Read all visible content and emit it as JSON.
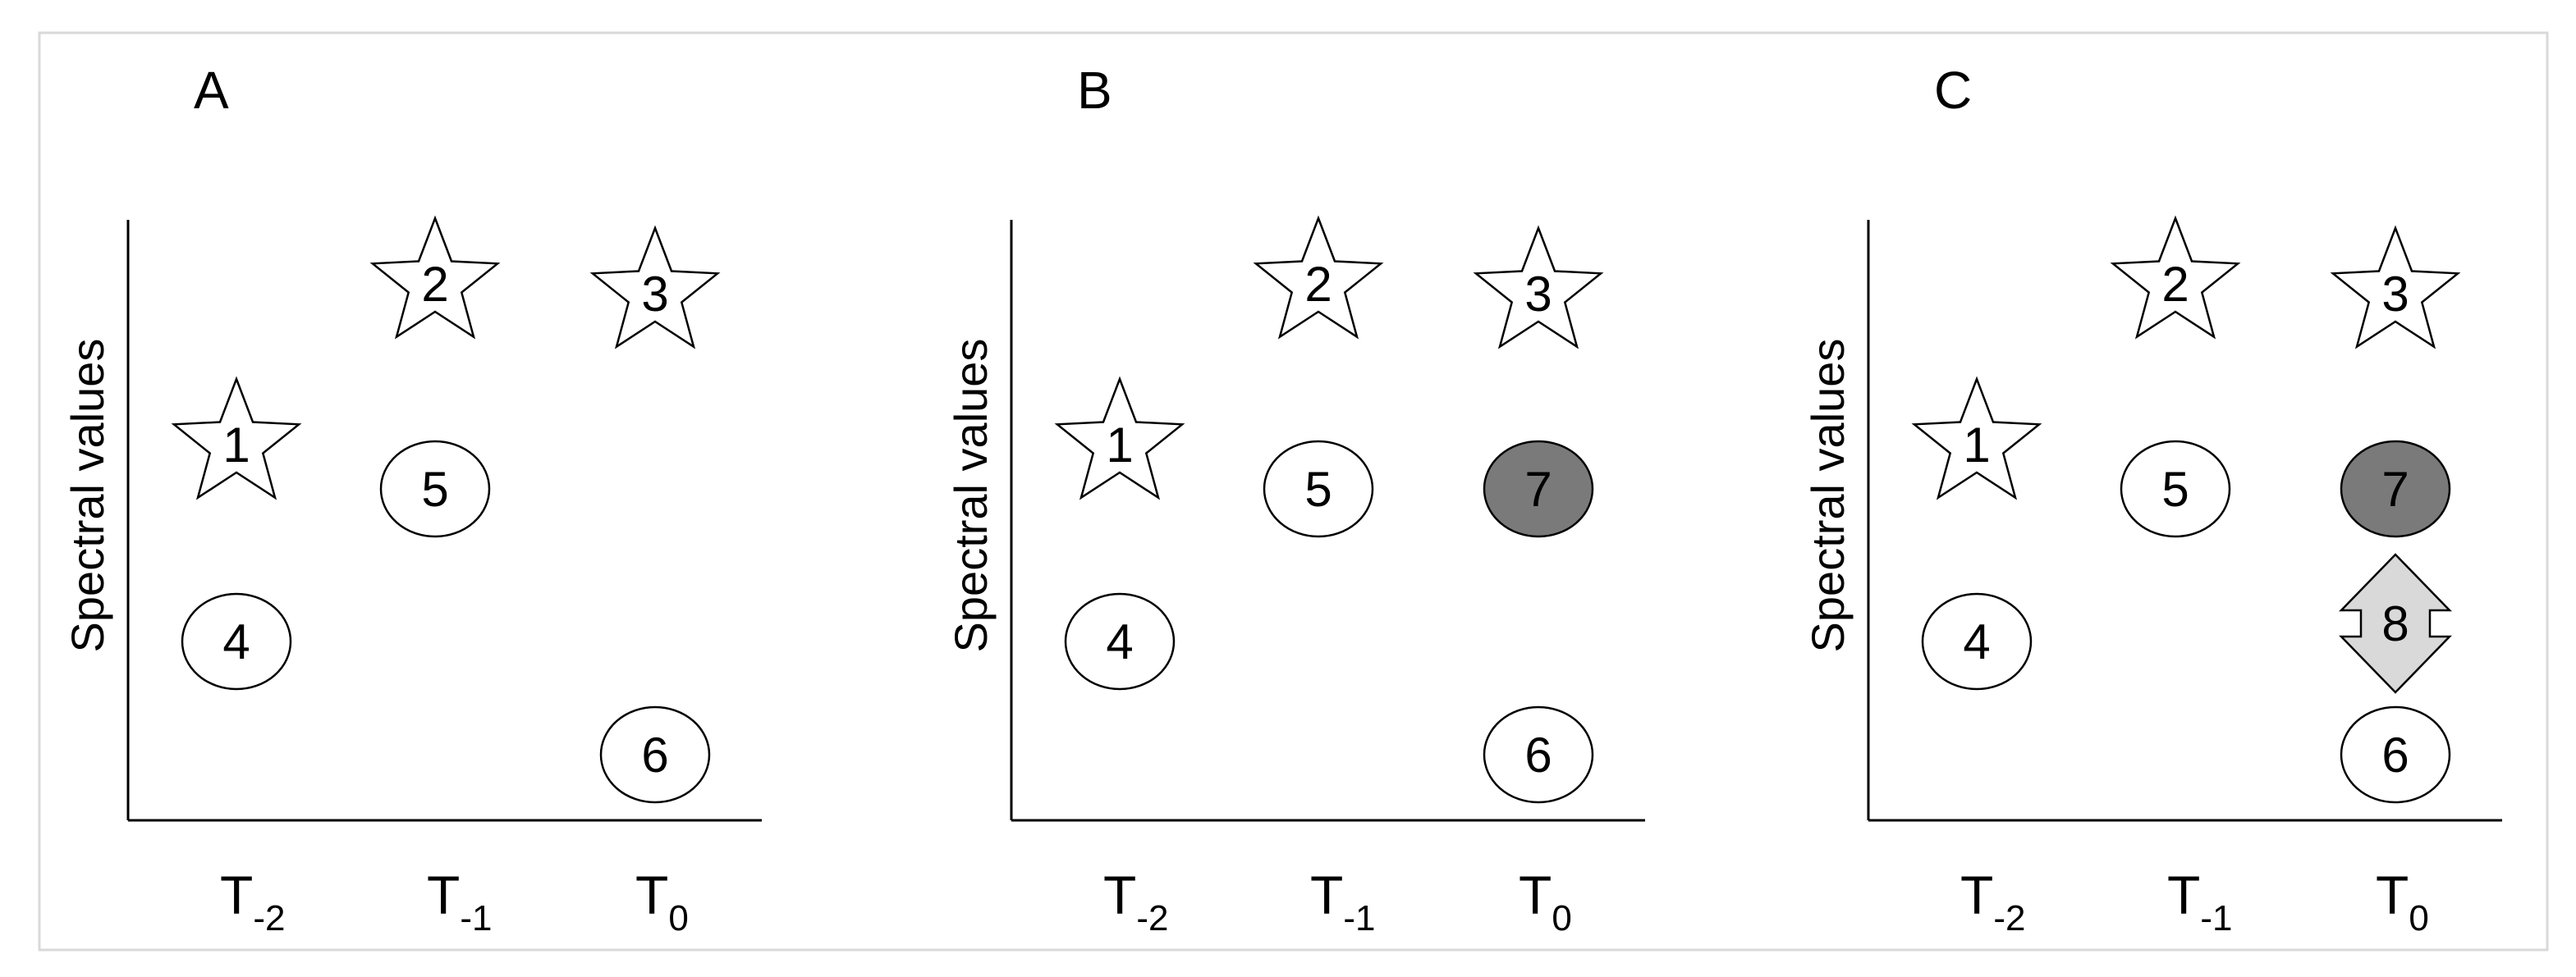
{
  "ylabel": "Spectral values",
  "tick_labels": [
    {
      "base": "T",
      "sub": "-2"
    },
    {
      "base": "T",
      "sub": "-1"
    },
    {
      "base": "T",
      "sub": "0"
    }
  ],
  "panels": [
    {
      "letter": "A",
      "symbols": [
        {
          "shape": "star",
          "label": "1",
          "fill": "#ffffff"
        },
        {
          "shape": "star",
          "label": "2",
          "fill": "#ffffff"
        },
        {
          "shape": "star",
          "label": "3",
          "fill": "#ffffff"
        },
        {
          "shape": "ellipse",
          "label": "4",
          "fill": "#ffffff"
        },
        {
          "shape": "ellipse",
          "label": "5",
          "fill": "#ffffff"
        },
        {
          "shape": "ellipse",
          "label": "6",
          "fill": "#ffffff"
        }
      ]
    },
    {
      "letter": "B",
      "symbols": [
        {
          "shape": "star",
          "label": "1",
          "fill": "#ffffff"
        },
        {
          "shape": "star",
          "label": "2",
          "fill": "#ffffff"
        },
        {
          "shape": "star",
          "label": "3",
          "fill": "#ffffff"
        },
        {
          "shape": "ellipse",
          "label": "4",
          "fill": "#ffffff"
        },
        {
          "shape": "ellipse",
          "label": "5",
          "fill": "#ffffff"
        },
        {
          "shape": "ellipse",
          "label": "6",
          "fill": "#ffffff"
        },
        {
          "shape": "ellipse",
          "label": "7",
          "fill": "#7a7a7a"
        }
      ]
    },
    {
      "letter": "C",
      "symbols": [
        {
          "shape": "star",
          "label": "1",
          "fill": "#ffffff"
        },
        {
          "shape": "star",
          "label": "2",
          "fill": "#ffffff"
        },
        {
          "shape": "star",
          "label": "3",
          "fill": "#ffffff"
        },
        {
          "shape": "ellipse",
          "label": "4",
          "fill": "#ffffff"
        },
        {
          "shape": "ellipse",
          "label": "5",
          "fill": "#ffffff"
        },
        {
          "shape": "ellipse",
          "label": "6",
          "fill": "#ffffff"
        },
        {
          "shape": "ellipse",
          "label": "7",
          "fill": "#7a7a7a"
        },
        {
          "shape": "double-arrow",
          "label": "8",
          "fill": "#d9d9d9"
        }
      ]
    }
  ]
}
